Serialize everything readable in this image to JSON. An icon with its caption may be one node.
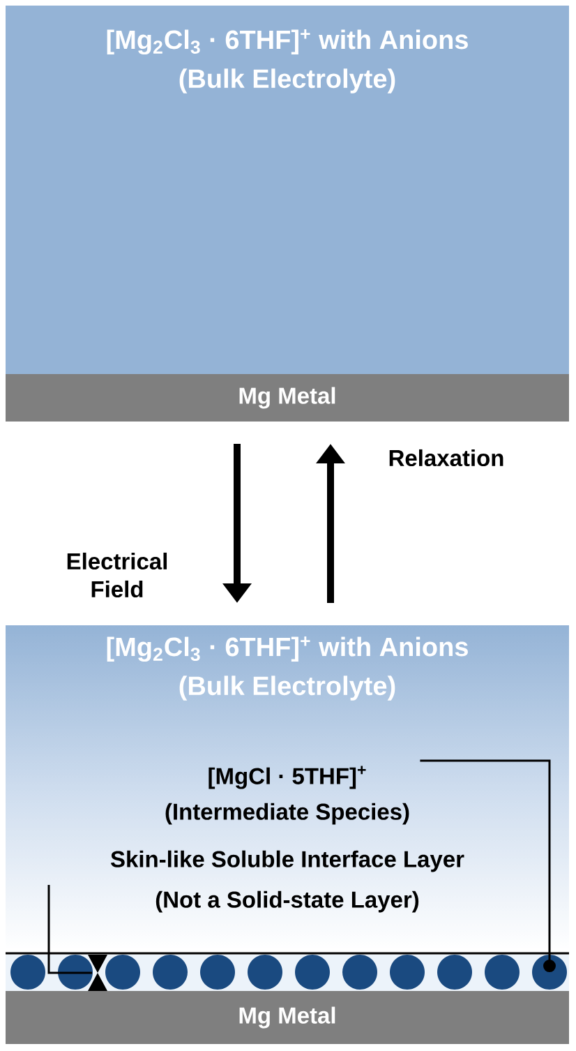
{
  "diagram": {
    "nodes": [
      {
        "text": [
          "[Mg$_{2}$Cl$_{3}$ · 6THF]$^{+}$ with Anions",
          "(Bulk Electrolyte)"
        ]
      },
      {
        "text": [
          "Mg Metal"
        ]
      },
      {
        "text": [
          "[Mg$_{2}$Cl$_{3}$ · 6THF]$^{+}$ with Anions",
          "(Bulk Electrolyte)"
        ]
      },
      {
        "text": [
          "Mg Metal"
        ]
      },
      {
        "text": [
          "[MgCl · 5THF]$^{+}$",
          "(Intermediate Species)"
        ]
      },
      {
        "text": [
          "Skin-like Soluble Interface Layer",
          "(Not a Solid-state Layer)"
        ]
      },
      {
        "text": [],
        "shape": "bar"
      },
      {
        "text": [],
        "shape": "circle",
        "in": 6
      },
      {
        "text": [],
        "shape": "circle",
        "in": 6
      },
      {
        "text": [],
        "shape": "circle",
        "in": 6
      },
      {
        "text": [],
        "shape": "circle",
        "in": 6
      },
      {
        "text": [],
        "shape": "circle",
        "in": 6
      },
      {
        "text": [],
        "shape": "circle",
        "in": 6
      },
      {
        "text": [],
        "shape": "circle",
        "in": 6
      },
      {
        "text": [],
        "shape": "circle",
        "in": 6
      },
      {
        "text": [],
        "shape": "circle",
        "in": 6
      },
      {
        "text": [],
        "shape": "circle",
        "in": 6
      },
      {
        "text": [],
        "shape": "circle",
        "in": 6
      },
      {
        "text": [],
        "shape": "circle",
        "in": 6
      }
    ],
    "edges": [
      {
        "from": 1,
        "to": 2,
        "arrow": "to",
        "label": "Electrical Field",
        "style": "thick"
      },
      {
        "from": 2,
        "to": 1,
        "arrow": "to",
        "label": "Relaxation",
        "style": "thick"
      },
      {
        "from": 4,
        "to": 18,
        "arrow": "other"
      },
      {
        "from": 5,
        "to": 6,
        "arrow": "none"
      }
    ]
  }
}
